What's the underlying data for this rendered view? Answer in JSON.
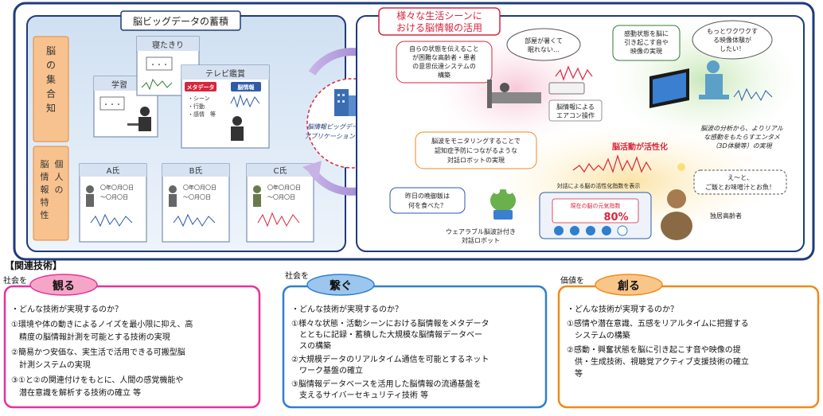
{
  "left_panel": {
    "title": "脳ビッグデータの蓄積",
    "side_top": [
      "脳",
      "の",
      "集",
      "合",
      "知"
    ],
    "side_bottom_col1": [
      "脳",
      "情",
      "報",
      "特",
      "性"
    ],
    "side_bottom_col2": [
      "個",
      "人",
      "の"
    ],
    "card_study": "学習",
    "card_bedridden": "寝たきり",
    "card_tv": "テレビ鑑賞",
    "tag_metadata": "メタデータ",
    "tag_brain_info": "脳情報",
    "tv_list": [
      "・シーン",
      "・行動",
      "・感情　等"
    ],
    "dots": "・・・",
    "persons": [
      {
        "name": "A氏",
        "line1": "〇年〇月〇日",
        "line2": "～〇月〇日"
      },
      {
        "name": "B氏",
        "line1": "〇年〇月〇日",
        "line2": "～〇月〇日"
      },
      {
        "name": "C氏",
        "line1": "〇年〇月〇日",
        "line2": "～〇月〇日"
      }
    ]
  },
  "center": {
    "caption_line1": "脳情報ビッグデータを活用した",
    "caption_line2": "アプリケーション・サービス提供"
  },
  "right_panel": {
    "title_line1": "様々な生活シーンに",
    "title_line2": "おける脳情報の活用",
    "bubble_comm": [
      "自らの状態を伝えること",
      "が困難な高齢者・患者",
      "の意思伝達システムの",
      "構築"
    ],
    "speech_hot": [
      "部屋が暑くて",
      "眠れない…"
    ],
    "aircon": [
      "脳情報による",
      "エアコン操作"
    ],
    "bubble_emotion": [
      "感動状態を脳に",
      "引き起こす音や",
      "映像の実現"
    ],
    "speech_waku": [
      "もっとワクワクす",
      "る映像体験が",
      "したい！"
    ],
    "caption_3d": [
      "脳波の分析から、よりリアル",
      "な感動をもたらすエンタメ",
      "（3D体験等）の実現"
    ],
    "bubble_robot": [
      "脳波をモニタリングすることで",
      "認知症予防につながるような",
      "対話ロボットの実現"
    ],
    "brain_active": "脳活動が活性化",
    "index_display": "対話による脳の活性化指数を表示",
    "current_index_label": "現在の脳の元気指数",
    "current_index_value": "80%",
    "speech_dinner": [
      "昨日の晩御飯は",
      "何を食べた？"
    ],
    "speech_answer": [
      "え～と、",
      "ご飯とお味噌汁とお魚！"
    ],
    "robot_label": [
      "ウェアラブル脳波計付き",
      "対話ロボット"
    ],
    "elderly_label": "独居高齢者"
  },
  "related": {
    "heading": "【関連技術】",
    "boxes": [
      {
        "prefix": "社会を",
        "title": "観る",
        "question": "・どんな技術が実現するのか？",
        "lines": [
          "①環境や体の動きによるノイズを最小限に抑え、高",
          "　精度の脳情報計測を可能とする技術の実現",
          "②簡易かつ安価な、実生活で活用できる可搬型脳",
          "　計測システムの実現",
          "③①と②の関連付けをもとに、人間の感覚機能や",
          "　潜在意識を解析する技術の確立 等"
        ],
        "border": "#e8319a",
        "badge": "#f5a6c8"
      },
      {
        "prefix": "社会を",
        "title": "繋ぐ",
        "question": "・どんな技術が実現するのか？",
        "lines": [
          "①様々な状態・活動シーンにおける脳情報をメタデータ",
          "　とともに記録・蓄積した大規模な脳情報データベー",
          "　スの構築",
          "②大規模データのリアルタイム通信を可能とするネット",
          "　ワーク基盤の確立",
          "③脳情報データベースを活用した脳情報の流通基盤を",
          "　支えるサイバーセキュリティ技術 等"
        ],
        "border": "#2e7fcf",
        "badge": "#9cc6ee"
      },
      {
        "prefix": "価値を",
        "title": "創る",
        "question": "・どんな技術が実現するのか？",
        "lines": [
          "①感情や潜在意識、五感をリアルタイムに把握する",
          "　システムの構築",
          "②感動・興奮状態を脳に引き起こす音や映像の提",
          "　供・生成技術、視聴覚アクティブ支援技術の確立",
          "　等"
        ],
        "border": "#f08a1c",
        "badge": "#f9c68a"
      }
    ]
  }
}
